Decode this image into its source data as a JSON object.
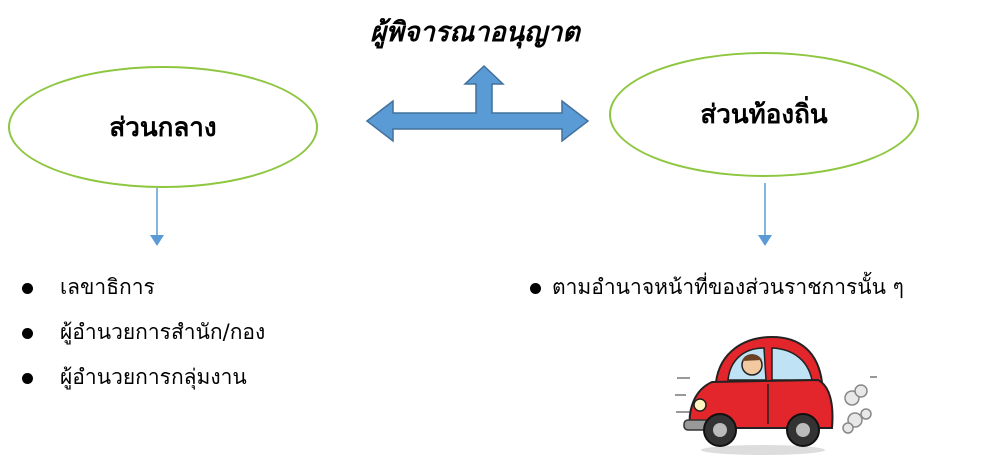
{
  "title": "ผู้พิจารณาอนุญาต",
  "central": {
    "label": "ส่วนกลาง",
    "items": [
      "เลขาธิการ",
      "ผู้อำนวยการสำนัก/กอง",
      "ผู้อำนวยการกลุ่มงาน"
    ]
  },
  "local": {
    "label": "ส่วนท้องถิ่น",
    "items": [
      "ตามอำนาจหน้าที่ของส่วนราชการนั้น ๆ"
    ]
  },
  "colors": {
    "ellipse_border": "#8dc63f",
    "arrow_fill": "#5b9bd5",
    "arrow_stroke": "#41719c",
    "car_body": "#e3262b"
  },
  "icons": {
    "car": "car-cartoon-icon"
  }
}
